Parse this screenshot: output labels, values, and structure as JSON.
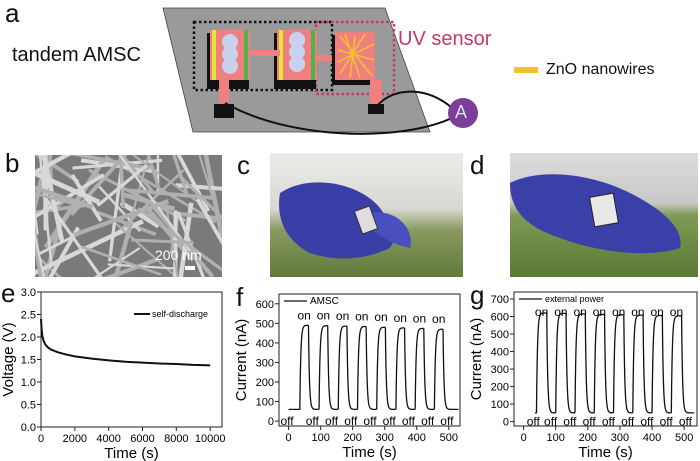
{
  "panel_labels": {
    "a": "a",
    "b": "b",
    "c": "c",
    "d": "d",
    "e": "e",
    "f": "f",
    "g": "g"
  },
  "schematic": {
    "tandem_label": "tandem AMSC",
    "uv_label": "UV sensor",
    "legend_label": "ZnO nanowires",
    "ammeter_label": "A",
    "colors": {
      "substrate": "#9a9a9a",
      "uv": "#c4386a",
      "zno": "#f2c12e",
      "ammeter": "#7b3f99",
      "electrode": "#f08080"
    }
  },
  "sem": {
    "scale_label": "200 nm"
  },
  "chart_data": [
    {
      "id": "e",
      "type": "line",
      "xlabel": "Time (s)",
      "ylabel": "Voltage (V)",
      "xlim": [
        0,
        10700
      ],
      "ylim": [
        0,
        3.0
      ],
      "xticks": [
        0,
        2000,
        4000,
        6000,
        8000,
        10000
      ],
      "yticks": [
        0.0,
        0.5,
        1.0,
        1.5,
        2.0,
        2.5,
        3.0
      ],
      "ytick_labels": [
        "0.0",
        "0.5",
        "1.0",
        "1.5",
        "2.0",
        "2.5",
        "3.0"
      ],
      "legend": "top-right",
      "series": [
        {
          "name": "self-discharge",
          "x": [
            0,
            30,
            80,
            150,
            250,
            400,
            600,
            1000,
            1500,
            2000,
            3000,
            4000,
            5000,
            6000,
            7000,
            8000,
            9000,
            10000
          ],
          "y": [
            2.4,
            2.2,
            2.02,
            1.92,
            1.84,
            1.77,
            1.72,
            1.66,
            1.61,
            1.57,
            1.52,
            1.48,
            1.45,
            1.43,
            1.41,
            1.4,
            1.38,
            1.37
          ]
        }
      ]
    },
    {
      "id": "f",
      "type": "line",
      "xlabel": "Time (s)",
      "ylabel": "Current (nA)",
      "xlim": [
        -30,
        535
      ],
      "ylim": [
        -25,
        650
      ],
      "xticks": [
        0,
        100,
        200,
        300,
        400,
        500
      ],
      "yticks": [
        0,
        100,
        200,
        300,
        400,
        500,
        600
      ],
      "legend": "top-left",
      "series": [
        {
          "name": "AMSC",
          "baseline": 60,
          "start": 0,
          "end": 530,
          "on_times": [
            35,
            95,
            155,
            215,
            275,
            335,
            395,
            455
          ],
          "off_times": [
            62,
            122,
            182,
            242,
            302,
            362,
            422,
            482
          ],
          "peaks": [
            490,
            488,
            486,
            484,
            480,
            477,
            474,
            470
          ]
        }
      ],
      "annotations_on": [
        "on",
        "on",
        "on",
        "on",
        "on",
        "on",
        "on",
        "on"
      ],
      "annotations_off": [
        "off",
        "off",
        "off",
        "off",
        "off",
        "off",
        "off",
        "off",
        "off"
      ]
    },
    {
      "id": "g",
      "type": "line",
      "xlabel": "Time (s)",
      "ylabel": "Current (nA)",
      "xlim": [
        -30,
        540
      ],
      "ylim": [
        -25,
        740
      ],
      "xticks": [
        0,
        100,
        200,
        300,
        400,
        500
      ],
      "yticks": [
        0,
        100,
        200,
        300,
        400,
        500,
        600,
        700
      ],
      "legend": "top-left",
      "series": [
        {
          "name": "external power",
          "baseline": 50,
          "start": 35,
          "end": 530,
          "on_times": [
            40,
            100,
            160,
            220,
            280,
            340,
            400,
            460
          ],
          "off_times": [
            72,
            132,
            192,
            252,
            312,
            372,
            432,
            492
          ],
          "peaks": [
            620,
            618,
            615,
            612,
            610,
            608,
            606,
            604
          ]
        }
      ],
      "annotations_on": [
        "on",
        "on",
        "on",
        "on",
        "on",
        "on",
        "on",
        "on"
      ],
      "annotations_off": [
        "off",
        "off",
        "off",
        "off",
        "off",
        "off",
        "off",
        "off",
        "off"
      ]
    }
  ]
}
